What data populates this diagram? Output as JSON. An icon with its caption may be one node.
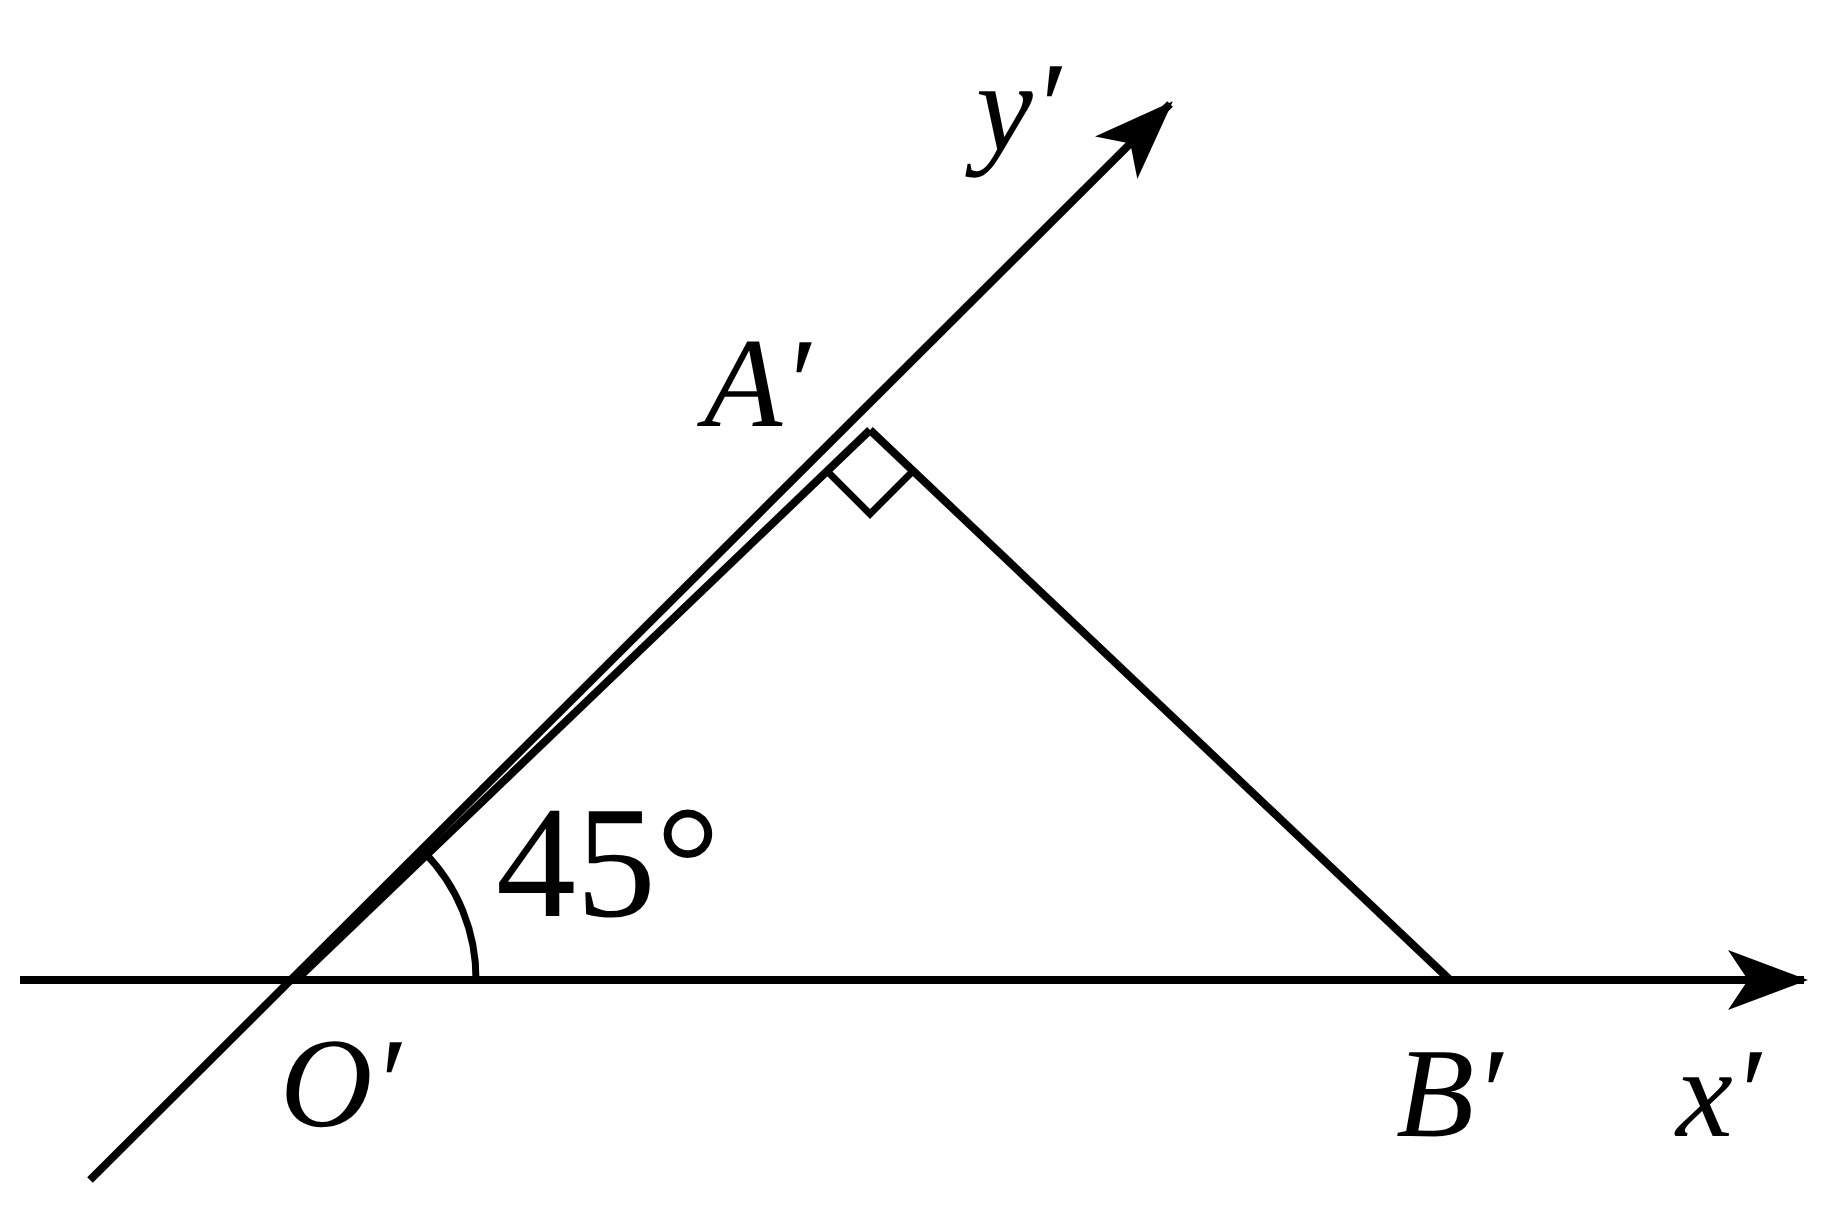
{
  "diagram": {
    "nodes": [
      {
        "text": [
          "O′"
        ]
      },
      {
        "text": [
          "A′"
        ]
      },
      {
        "text": [
          "B′"
        ]
      }
    ],
    "edges": [
      {
        "from": 0,
        "to": 1,
        "arrow": "none"
      },
      {
        "from": 1,
        "to": 2,
        "arrow": "none"
      },
      {
        "from": 0,
        "to": 2,
        "arrow": "none"
      }
    ],
    "labels": [
      "y′",
      "45°",
      "x′"
    ]
  }
}
